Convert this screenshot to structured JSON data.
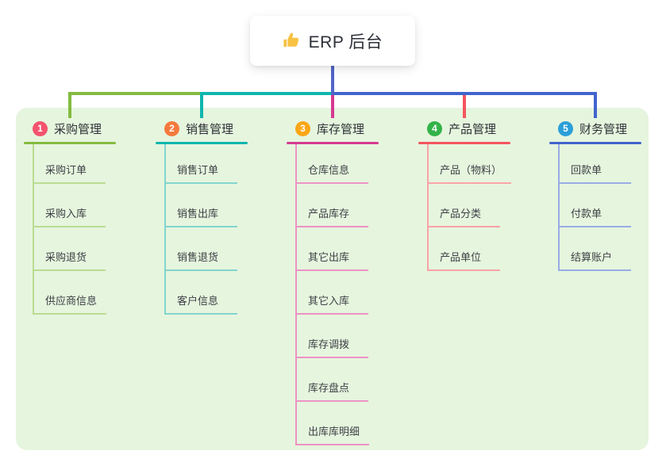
{
  "root": {
    "title": "ERP 后台",
    "icon": "thumbs-up-icon",
    "icon_color": "#f7c244",
    "connector_color": "#5365c8"
  },
  "panel": {
    "background": "#e6f5de"
  },
  "branches": [
    {
      "num": "1",
      "label": "采购管理",
      "circle_color": "#f4536e",
      "accent_color": "#83bb40",
      "line_color": "#b9dc92",
      "items": [
        "采购订单",
        "采购入库",
        "采购退货",
        "供应商信息"
      ]
    },
    {
      "num": "2",
      "label": "销售管理",
      "circle_color": "#f57a3d",
      "accent_color": "#0fb6ae",
      "line_color": "#82d5cd",
      "items": [
        "销售订单",
        "销售出库",
        "销售退货",
        "客户信息"
      ]
    },
    {
      "num": "3",
      "label": "库存管理",
      "circle_color": "#fba616",
      "accent_color": "#d53a90",
      "line_color": "#ec93c4",
      "items": [
        "仓库信息",
        "产品库存",
        "其它出库",
        "其它入库",
        "库存调拨",
        "库存盘点",
        "出库库明细"
      ]
    },
    {
      "num": "4",
      "label": "产品管理",
      "circle_color": "#33b34a",
      "accent_color": "#f4555e",
      "line_color": "#f9a3a8",
      "items": [
        "产品（物料）",
        "产品分类",
        "产品单位"
      ]
    },
    {
      "num": "5",
      "label": "财务管理",
      "circle_color": "#2b9fd8",
      "accent_color": "#4164cd",
      "line_color": "#98ace4",
      "items": [
        "回款单",
        "付款单",
        "结算账户"
      ]
    }
  ]
}
